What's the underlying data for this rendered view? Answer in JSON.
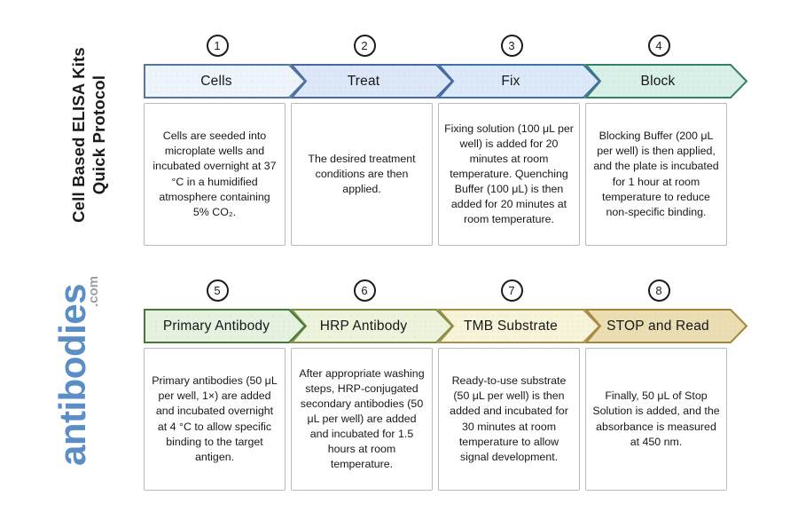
{
  "branding": {
    "title_line1": "Cell Based ELISA Kits",
    "title_line2": "Quick Protocol",
    "logo_text": "antibodies",
    "logo_suffix": ".com",
    "logo_color": "#5b8ec5",
    "logo_suffix_color": "#9aa0a3"
  },
  "style": {
    "description_box_border": "#b7babd",
    "circle_border": "#1c1c1c",
    "text_color": "#161819",
    "background": "#ffffff"
  },
  "steps": [
    {
      "number": "1",
      "title": "Cells",
      "description": "Cells are seeded into microplate wells and incubated overnight at 37 °C in a humidified atmosphere containing 5% CO₂.",
      "fill": "#edf4fb",
      "border": "#54769f"
    },
    {
      "number": "2",
      "title": "Treat",
      "description": "The desired treatment conditions are then applied.",
      "fill": "#dce8f8",
      "border": "#4a66a2"
    },
    {
      "number": "3",
      "title": "Fix",
      "description": "Fixing solution (100 μL per well) is added for 20 minutes at room temperature. Quenching Buffer (100 μL) is then added for 20 minutes at room temperature.",
      "fill": "#dbe9f9",
      "border": "#3f70a8"
    },
    {
      "number": "4",
      "title": "Block",
      "description": "Blocking Buffer (200 μL per well) is then applied, and the plate is incubated for 1 hour at room temperature to reduce non-specific binding.",
      "fill": "#d8f0e7",
      "border": "#338068"
    },
    {
      "number": "5",
      "title": "Primary Antibody",
      "description": "Primary antibodies (50 μL per well, 1×) are added and incubated overnight at 4 °C to allow specific binding to the target antigen.",
      "fill": "#e6f2df",
      "border": "#44793a"
    },
    {
      "number": "6",
      "title": "HRP Antibody",
      "description": "After appropriate washing steps, HRP-conjugated secondary antibodies (50 μL per well) are added and incubated for 1.5 hours at room temperature.",
      "fill": "#ecf4dc",
      "border": "#7f8f48"
    },
    {
      "number": "7",
      "title": "TMB Substrate",
      "description": "Ready-to-use substrate (50 μL per well) is then added and incubated for 30 minutes at room temperature to allow signal development.",
      "fill": "#f8f4d9",
      "border": "#aa9048"
    },
    {
      "number": "8",
      "title": "STOP and Read",
      "description": "Finally, 50 μL of Stop Solution is added, and the absorbance is measured at 450 nm.",
      "fill": "#ebdeb2",
      "border": "#a5873c"
    }
  ]
}
